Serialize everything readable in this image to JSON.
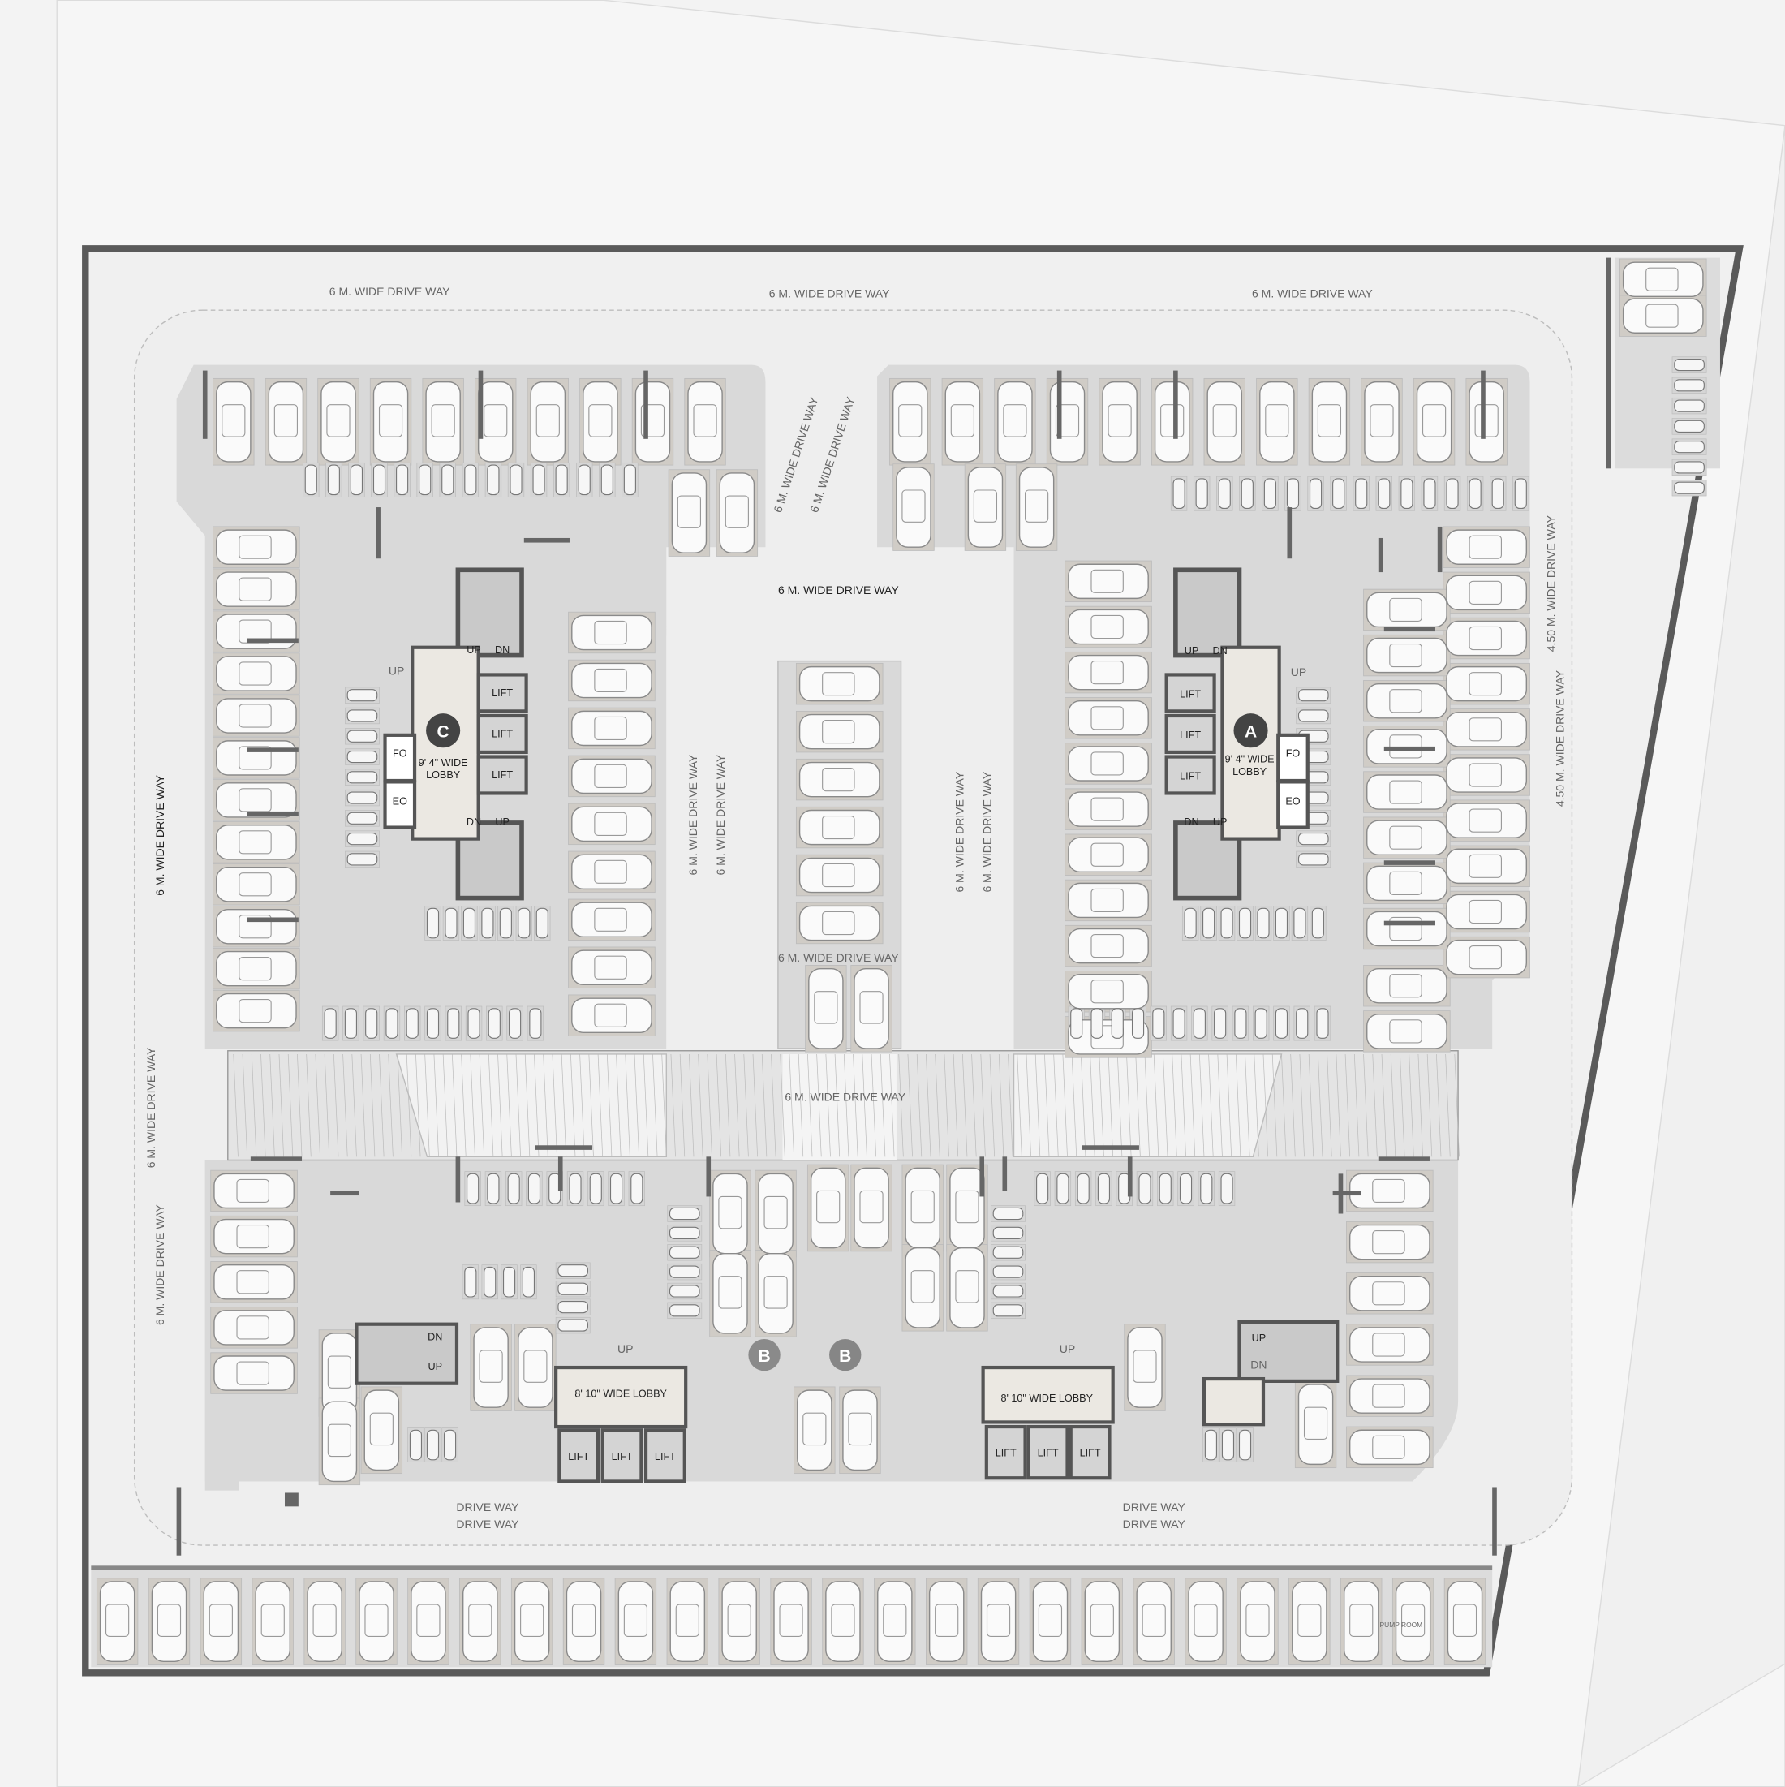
{
  "plan": {
    "colors": {
      "background": "#f3f3f3",
      "wall": "#5a5a5a",
      "floor": "#d8d8d8",
      "driveway": "#ececec",
      "lobby": "#ebe8e2",
      "core_marker": "#444444",
      "core_marker_faded": "#8a8a8a"
    },
    "driveways": {
      "top_left": "6 M. WIDE DRIVE WAY",
      "top_center": "6 M. WIDE DRIVE WAY",
      "top_right": "6 M. WIDE DRIVE WAY",
      "top_vertical_1": "6 M. WIDE DRIVE WAY",
      "top_vertical_2": "6 M. WIDE DRIVE WAY",
      "central_top": "6 M. WIDE DRIVE WAY",
      "central_bottom": "6 M. WIDE DRIVE WAY",
      "central_left_1": "6 M. WIDE DRIVE WAY",
      "central_left_2": "6 M. WIDE DRIVE WAY",
      "central_right_1": "6 M. WIDE DRIVE WAY",
      "central_right_2": "6 M. WIDE DRIVE WAY",
      "ramp": "6 M. WIDE DRIVE WAY",
      "left_main": "6 M. WIDE DRIVE WAY",
      "left_lower_1": "6 M. WIDE DRIVE WAY",
      "left_lower_2": "6 M. WIDE DRIVE WAY",
      "right_1": "4.50 M. WIDE DRIVE WAY",
      "right_2": "4.50 M. WIDE DRIVE WAY",
      "bottom_left_1": "DRIVE WAY",
      "bottom_left_2": "DRIVE WAY",
      "bottom_right_1": "DRIVE WAY",
      "bottom_right_2": "DRIVE WAY"
    },
    "cores": {
      "c": {
        "letter": "C",
        "lobby_line1": "9' 4\" WIDE",
        "lobby_line2": "LOBBY",
        "lift": "LIFT",
        "up": "UP",
        "dn": "DN",
        "fo": "FO",
        "eo": "EO"
      },
      "a": {
        "letter": "A",
        "lobby_line1": "9' 4\" WIDE",
        "lobby_line2": "LOBBY",
        "lift": "LIFT",
        "up": "UP",
        "dn": "DN",
        "fo": "FO",
        "eo": "EO"
      },
      "b_left": {
        "letter": "B",
        "lobby": "8' 10\" WIDE LOBBY",
        "lift": "LIFT",
        "up": "UP",
        "dn": "DN"
      },
      "b_right": {
        "letter": "B",
        "lobby": "8' 10\" WIDE LOBBY",
        "lift": "LIFT",
        "up": "UP",
        "dn": "DN"
      }
    },
    "pump_room": "PUMP ROOM"
  }
}
